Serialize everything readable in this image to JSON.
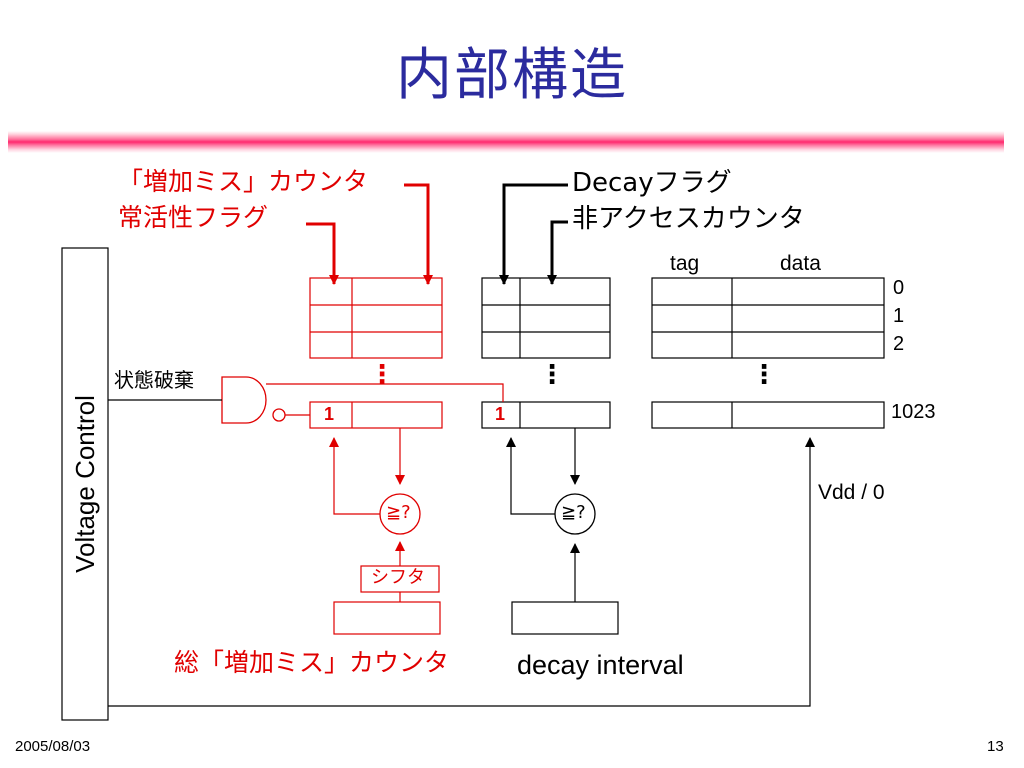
{
  "slide": {
    "title": "内部構造",
    "date": "2005/08/03",
    "page_number": "13"
  },
  "labels": {
    "increase_miss_counter": "「増加ミス」カウンタ",
    "always_active_flag": "常活性フラグ",
    "decay_flag": "Decayフラグ",
    "non_access_counter": "非アクセスカウンタ",
    "tag": "tag",
    "data": "data",
    "row_0": "0",
    "row_1": "1",
    "row_2": "2",
    "row_1023": "1023",
    "state_destroy": "状態破棄",
    "voltage_control": "Voltage Control",
    "vdd": "Vdd / 0",
    "compare_red": "≧?",
    "compare_black": "≧?",
    "shifter": "シフタ",
    "total_increase_miss_counter": "総「増加ミス」カウンタ",
    "decay_interval": "decay interval",
    "cell_red_1": "1",
    "cell_black_1": "1",
    "dots_red": "⋮",
    "dots_mid": "⋮",
    "dots_right": "⋮"
  },
  "colors": {
    "title": "#2b2b9e",
    "accent_red": "#e00000",
    "line_black": "#000000",
    "rule_pink": "#ff2a6e"
  }
}
